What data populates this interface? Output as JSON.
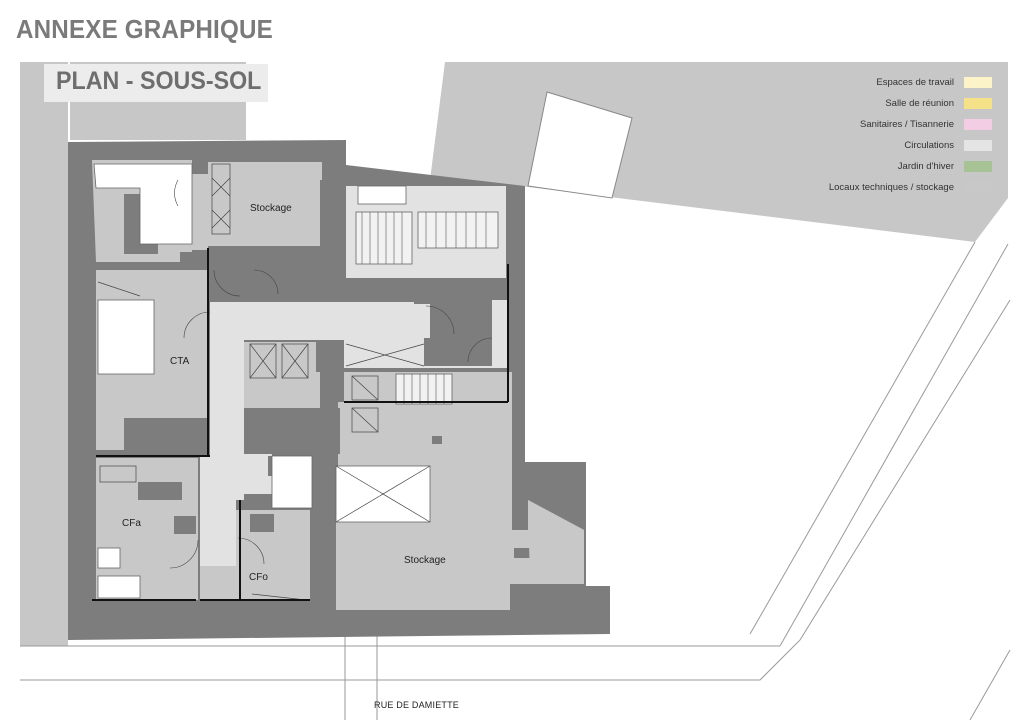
{
  "header": {
    "title": "ANNEXE GRAPHIQUE"
  },
  "plan": {
    "title": "PLAN - SOUS-SOL"
  },
  "legend": [
    {
      "label": "Espaces de travail",
      "color": "#fdf3c8"
    },
    {
      "label": "Salle de réunion",
      "color": "#f5e188"
    },
    {
      "label": "Sanitaires / Tisannerie",
      "color": "#f3cde4"
    },
    {
      "label": "Circulations",
      "color": "#e4e4e4"
    },
    {
      "label": "Jardin d'hiver",
      "color": "#a7c294"
    },
    {
      "label": "Locaux techniques / stockage",
      "color": "#c8c8c8"
    }
  ],
  "rooms": {
    "stockage_top": "Stockage",
    "cta": "CTA",
    "cfa": "CFa",
    "cfo": "CFo",
    "stockage_bottom": "Stockage"
  },
  "street": {
    "name": "RUE DE DAMIETTE"
  },
  "colors": {
    "wall": "#7d7d7d",
    "storage": "#c8c8c8",
    "circulation": "#e4e4e4",
    "neighbor": "#c7c7c7"
  }
}
